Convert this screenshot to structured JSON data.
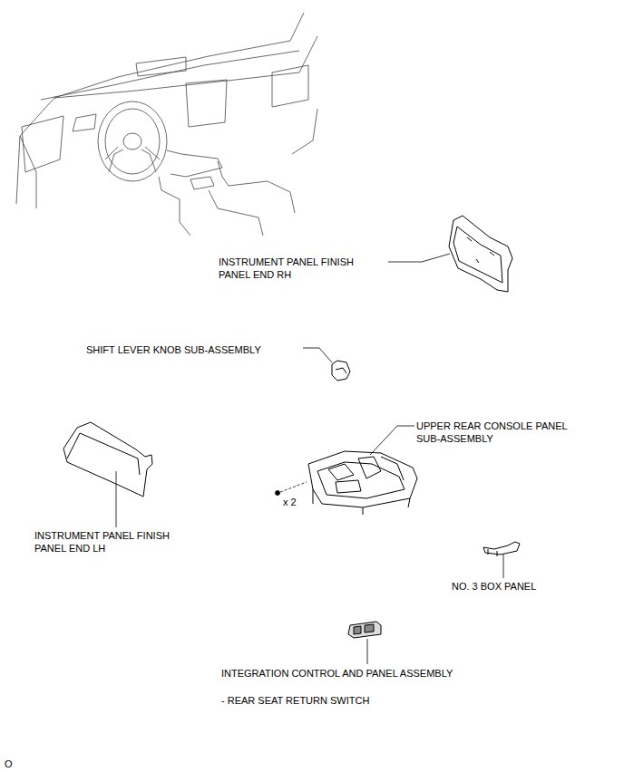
{
  "diagram": {
    "labels": [
      "INSTRUMENT PANEL FINISH PANEL END RH",
      "SHIFT LEVER KNOB SUB-ASSEMBLY",
      "UPPER REAR CONSOLE PANEL SUB-ASSEMBLY",
      "x 2",
      "INSTRUMENT PANEL FINISH PANEL END LH",
      "NO. 3 BOX PANEL",
      "INTEGRATION CONTROL AND PANEL ASSEMBLY",
      "- REAR SEAT RETURN SWITCH",
      "O"
    ]
  }
}
